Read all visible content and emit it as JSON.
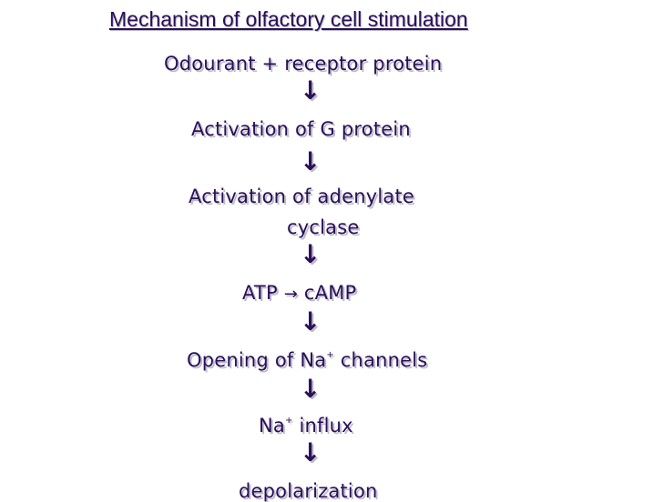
{
  "title": "Mechanism of olfactory cell stimulation",
  "steps": {
    "s1": "Odourant + receptor protein",
    "s2": "Activation of G protein",
    "s3_line1": "Activation of adenylate",
    "s3_line2": "cyclase",
    "s4_left": "ATP",
    "s4_op": "→",
    "s4_right": "cAMP",
    "s5_pre": "Opening of Na",
    "s5_sup": "+",
    "s5_post": " channels",
    "s6_pre": "Na",
    "s6_sup": "+",
    "s6_post": " influx",
    "s7": "depolarization"
  },
  "arrow_glyph": "↓"
}
